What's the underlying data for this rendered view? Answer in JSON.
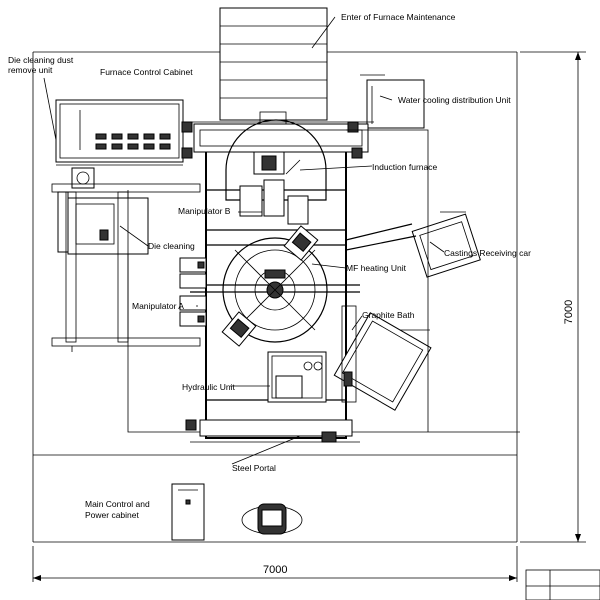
{
  "labels": {
    "enter_maintenance": "Enter of Furnace Maintenance",
    "die_cleaning_dust_1": "Die cleaning dust",
    "die_cleaning_dust_2": "remove unit",
    "furnace_control_cabinet": "Furnace Control Cabinet",
    "water_cooling": "Water cooling distribution Unit",
    "induction_furnace": "Induction furnace",
    "manipulator_b": "Manipulator B",
    "die_cleaning": "Die cleaning",
    "castings_receiving_car": "Castings Receiving car",
    "mf_heating_unit": "MF heating Unit",
    "graphite_bath": "Graphite Bath",
    "manipulator_a": "Manipulator A",
    "hydraulic_unit": "Hydraulic Unit",
    "steel_portal": "Steel Portal",
    "main_control_1": "Main Control and",
    "main_control_2": "Power cabinet"
  },
  "dimensions": {
    "width": "7000",
    "height": "7000"
  }
}
